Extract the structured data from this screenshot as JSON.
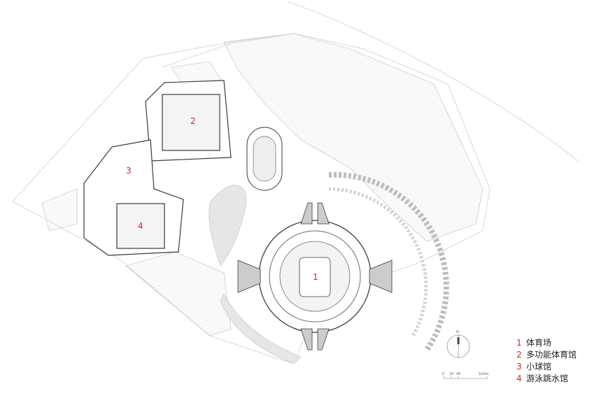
{
  "colors": {
    "accent": "#e31b23",
    "line": "#3a3a3a",
    "thin_line": "#bdbdbd",
    "hatch": "#d6d6d6",
    "grey_fill": "#e2e2e2"
  },
  "labels": [
    {
      "id": "1",
      "num": "1"
    },
    {
      "id": "2",
      "num": "2"
    },
    {
      "id": "3",
      "num": "3"
    },
    {
      "id": "4",
      "num": "4"
    }
  ],
  "legend": [
    {
      "num": "1",
      "text": "体育场"
    },
    {
      "num": "2",
      "text": "多功能体育馆"
    },
    {
      "num": "3",
      "text": "小球馆"
    },
    {
      "num": "4",
      "text": "游泳跳水馆"
    }
  ],
  "north_arrow": {
    "label": "N"
  },
  "scale_bar": {
    "ticks": [
      "0",
      "20",
      "40",
      "100m"
    ]
  }
}
